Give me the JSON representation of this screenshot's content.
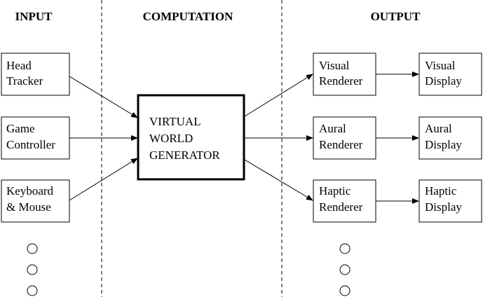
{
  "headers": {
    "input": "INPUT",
    "computation": "COMPUTATION",
    "output": "OUTPUT"
  },
  "inputs": [
    {
      "line1": "Head",
      "line2": "Tracker"
    },
    {
      "line1": "Game",
      "line2": "Controller"
    },
    {
      "line1": "Keyboard",
      "line2": "& Mouse"
    }
  ],
  "generator": {
    "line1": "VIRTUAL",
    "line2": "WORLD",
    "line3": "GENERATOR"
  },
  "renderers": [
    {
      "line1": "Visual",
      "line2": "Renderer"
    },
    {
      "line1": "Aural",
      "line2": "Renderer"
    },
    {
      "line1": "Haptic",
      "line2": "Renderer"
    }
  ],
  "displays": [
    {
      "line1": "Visual",
      "line2": "Display"
    },
    {
      "line1": "Aural",
      "line2": "Display"
    },
    {
      "line1": "Haptic",
      "line2": "Display"
    }
  ]
}
